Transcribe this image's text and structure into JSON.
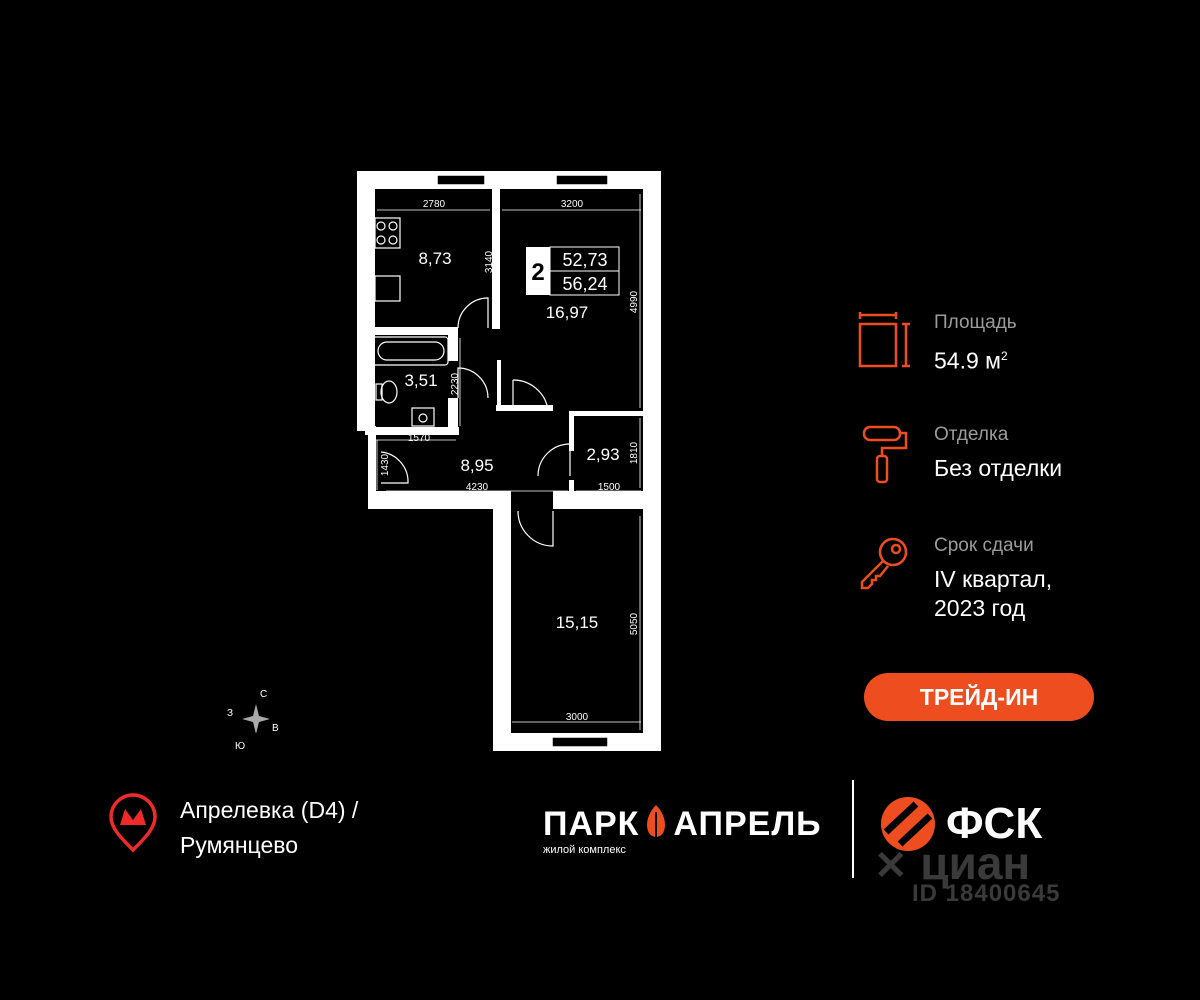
{
  "plan": {
    "rooms": [
      "8,73",
      "16,97",
      "3,51",
      "8,95",
      "2,93",
      "15,15"
    ],
    "dimensions": [
      "2780",
      "3200",
      "3140",
      "4990",
      "2230",
      "1570",
      "1430",
      "4230",
      "1810",
      "1500",
      "5050",
      "3000"
    ],
    "badge": {
      "rooms": "2",
      "area_living": "52,73",
      "area_total": "56,24"
    },
    "compass": {
      "n": "С",
      "w": "З",
      "e": "В",
      "s": "Ю"
    }
  },
  "info": [
    {
      "label": "Площадь",
      "value": "54.9 м",
      "sup": "2",
      "icon": "area-icon"
    },
    {
      "label": "Отделка",
      "value": "Без отделки",
      "icon": "paint-roller-icon"
    },
    {
      "label": "Срок сдачи",
      "value": "IV квартал,",
      "value2": "2023 год",
      "icon": "key-icon"
    }
  ],
  "trade_in": "ТРЕЙД-ИН",
  "metro": {
    "line1": "Апрелевка (D4)  /",
    "line2": "Румянцево",
    "icon": "metro-icon"
  },
  "brand": {
    "park_left": "ПАРК",
    "park_right": "АПРЕЛЬ",
    "park_sub": "жилой комплекс",
    "fsk": "ФСК"
  },
  "watermark": {
    "cian": "циан",
    "id": "ID 18400645"
  },
  "colors": {
    "accent": "#ee4e1f",
    "background": "#000000",
    "wall": "#ffffff"
  }
}
